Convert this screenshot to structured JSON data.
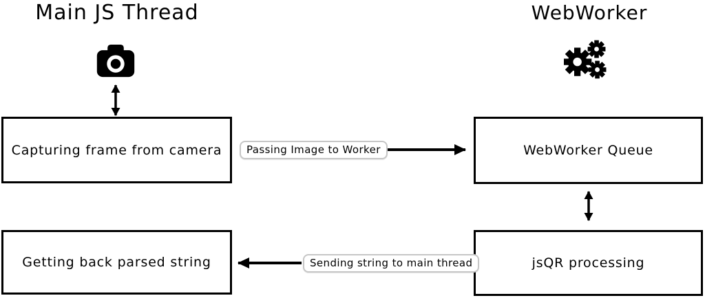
{
  "colors": {
    "background": "#ffffff",
    "ink": "#000000",
    "flow_label_border": "#c6c6c6"
  },
  "lanes": {
    "main_thread": {
      "title": "Main JS Thread",
      "icon": "camera-icon",
      "top_box": "Capturing frame from camera",
      "bottom_box": "Getting back parsed string"
    },
    "webworker": {
      "title": "WebWorker",
      "icon": "gears-icon",
      "top_box": "WebWorker Queue",
      "bottom_box": "jsQR processing"
    }
  },
  "flows": {
    "to_worker": {
      "label": "Passing Image to Worker",
      "direction": "left-to-right"
    },
    "to_main_thread": {
      "label": "Sending string to main thread",
      "direction": "right-to-left"
    }
  }
}
